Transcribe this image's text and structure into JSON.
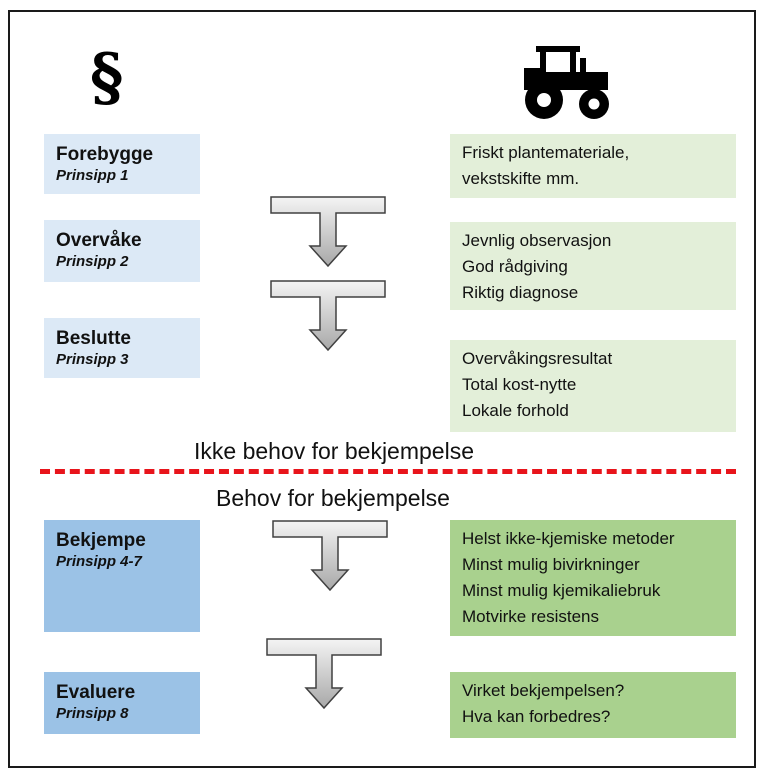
{
  "icons": {
    "law": "§",
    "machine": "tractor-icon"
  },
  "steps": [
    {
      "name": "Forebygge",
      "principle": "Prinsipp 1"
    },
    {
      "name": "Overvåke",
      "principle": "Prinsipp 2"
    },
    {
      "name": "Beslutte",
      "principle": "Prinsipp 3"
    },
    {
      "name": "Bekjempe",
      "principle": "Prinsipp 4-7"
    },
    {
      "name": "Evaluere",
      "principle": "Prinsipp 8"
    }
  ],
  "notes": [
    [
      "Friskt plantemateriale,",
      "vekstskifte mm."
    ],
    [
      "Jevnlig observasjon",
      "God rådgiving",
      "Riktig diagnose"
    ],
    [
      "Overvåkingsresultat",
      "Total kost-nytte",
      "Lokale forhold"
    ],
    [
      "Helst ikke-kjemiske metoder",
      "Minst mulig bivirkninger",
      "Minst mulig kjemikaliebruk",
      "Motvirke resistens"
    ],
    [
      "Virket bekjempelsen?",
      "Hva kan forbedres?"
    ]
  ],
  "labels": {
    "no_need": "Ikke behov for bekjempelse",
    "need": "Behov for bekjempelse"
  },
  "colors": {
    "step_light": "#dce9f6",
    "step_dark": "#9bc2e6",
    "note_light": "#e3efd9",
    "note_dark": "#a9d18e",
    "divider": "#e8141b"
  }
}
